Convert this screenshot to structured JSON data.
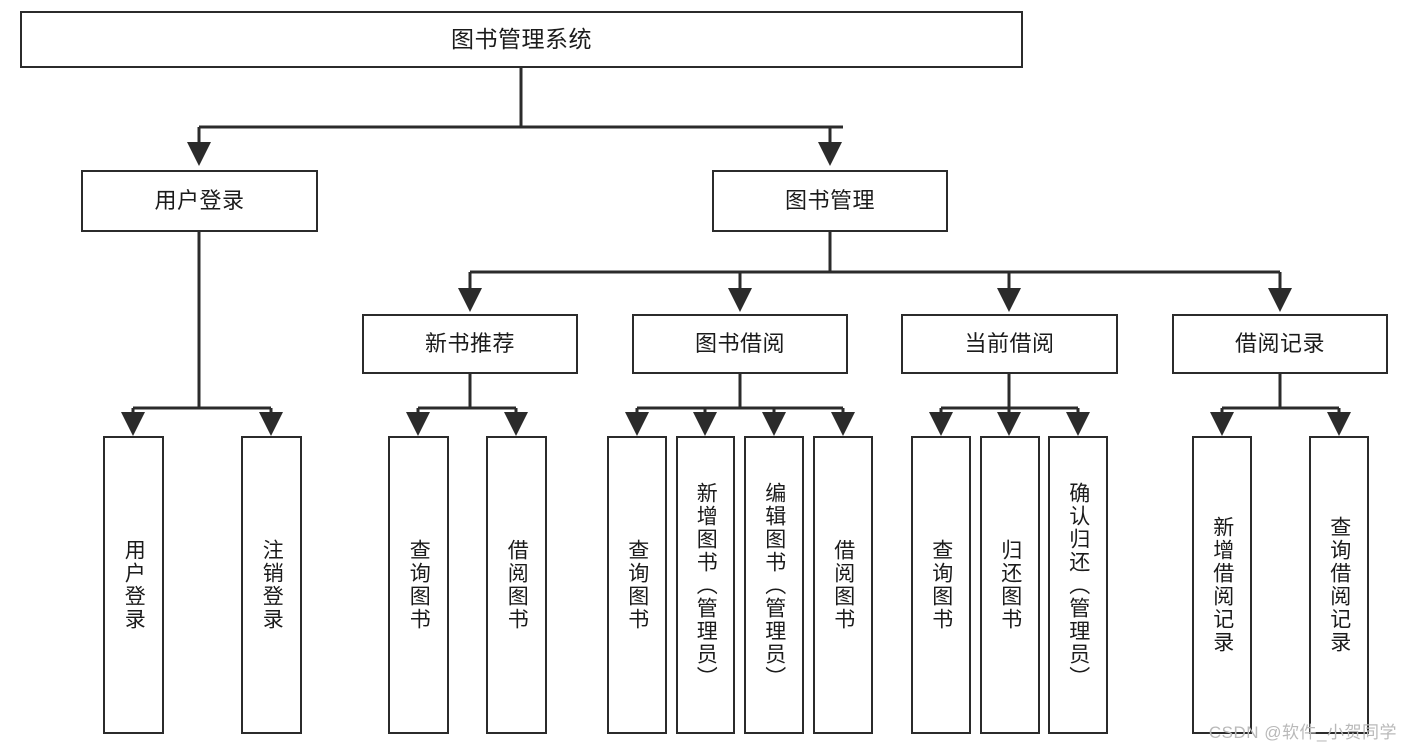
{
  "diagram": {
    "title": "图书管理系统",
    "type": "tree-hierarchy-diagram",
    "colors": {
      "box_border": "#2b2b2b",
      "box_fill": "#ffffff",
      "connector": "#2b2b2b",
      "watermark": "#b9b9b9",
      "background": "#ffffff"
    },
    "root": {
      "id": "root",
      "label": "图书管理系统"
    },
    "level2": [
      {
        "id": "l2-user-login",
        "label": "用户登录"
      },
      {
        "id": "l2-book-manage",
        "label": "图书管理"
      }
    ],
    "level3": [
      {
        "id": "l3-new-book-rec",
        "label": "新书推荐"
      },
      {
        "id": "l3-book-borrow",
        "label": "图书借阅"
      },
      {
        "id": "l3-current-borrow",
        "label": "当前借阅"
      },
      {
        "id": "l3-borrow-record",
        "label": "借阅记录"
      }
    ],
    "leaves": [
      {
        "id": "leaf-user-login",
        "label": "用户登录",
        "parent": "l2-user-login"
      },
      {
        "id": "leaf-logout",
        "label": "注销登录",
        "parent": "l2-user-login"
      },
      {
        "id": "leaf-query-book-1",
        "label": "查询图书",
        "parent": "l3-new-book-rec"
      },
      {
        "id": "leaf-borrow-book-1",
        "label": "借阅图书",
        "parent": "l3-new-book-rec"
      },
      {
        "id": "leaf-query-book-2",
        "label": "查询图书",
        "parent": "l3-book-borrow"
      },
      {
        "id": "leaf-add-book",
        "label": "新增图书（管理员）",
        "parent": "l3-book-borrow"
      },
      {
        "id": "leaf-edit-book",
        "label": "编辑图书（管理员）",
        "parent": "l3-book-borrow"
      },
      {
        "id": "leaf-borrow-book-2",
        "label": "借阅图书",
        "parent": "l3-book-borrow"
      },
      {
        "id": "leaf-query-book-3",
        "label": "查询图书",
        "parent": "l3-current-borrow"
      },
      {
        "id": "leaf-return-book",
        "label": "归还图书",
        "parent": "l3-current-borrow"
      },
      {
        "id": "leaf-confirm-return",
        "label": "确认归还（管理员）",
        "parent": "l3-current-borrow"
      },
      {
        "id": "leaf-add-record",
        "label": "新增借阅记录",
        "parent": "l3-borrow-record"
      },
      {
        "id": "leaf-query-record",
        "label": "查询借阅记录",
        "parent": "l3-borrow-record"
      }
    ],
    "watermark": "CSDN @软件_小贺同学"
  }
}
